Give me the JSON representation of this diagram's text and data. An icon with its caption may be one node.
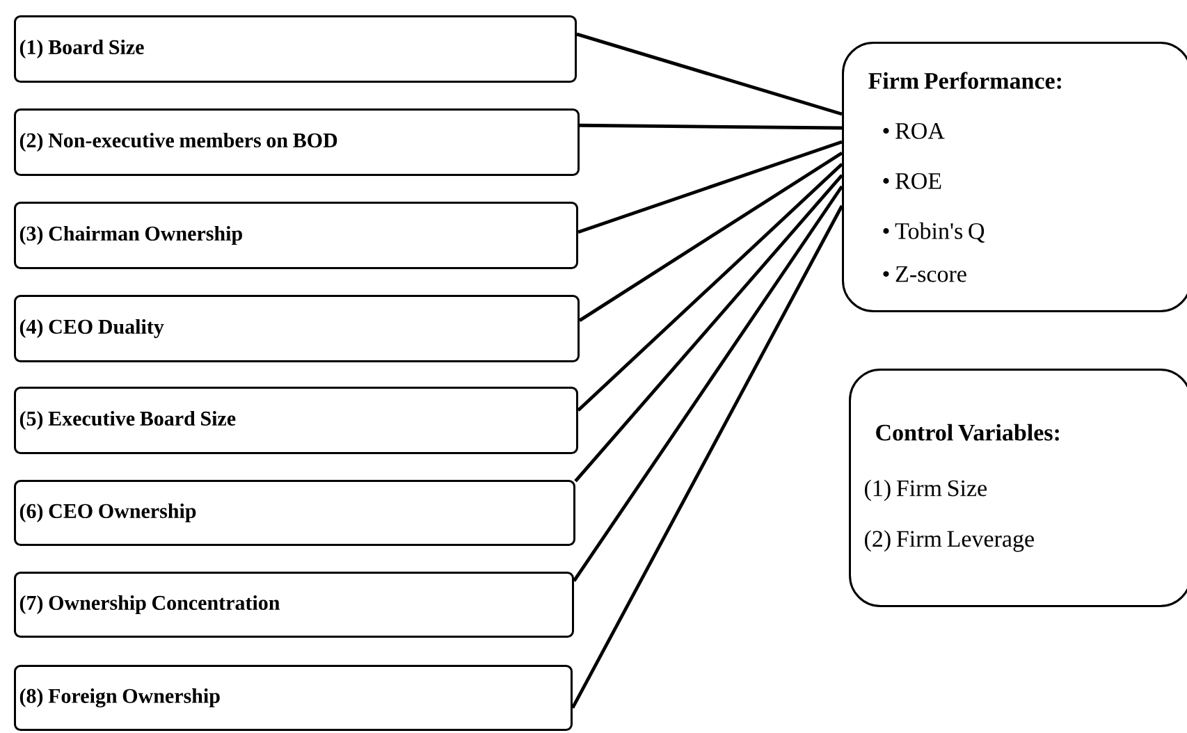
{
  "diagram": {
    "nodes": [
      {
        "text": [
          "(1) Board Size"
        ]
      },
      {
        "text": [
          "(2) Non-executive members on BOD"
        ]
      },
      {
        "text": [
          "(3) Chairman Ownership"
        ]
      },
      {
        "text": [
          "(4) CEO Duality"
        ]
      },
      {
        "text": [
          "(5) Executive Board Size"
        ]
      },
      {
        "text": [
          "(6) CEO Ownership"
        ]
      },
      {
        "text": [
          "(7) Ownership Concentration"
        ]
      },
      {
        "text": [
          "(8) Foreign Ownership"
        ]
      },
      {
        "text": [
          "Firm Performance:",
          "• ROA",
          "• ROE",
          "• Tobin's Q",
          "• Z-score"
        ]
      },
      {
        "text": [
          "Control Variables:",
          "(1) Firm Size",
          "(2) Firm Leverage"
        ]
      }
    ],
    "edges": [
      {
        "from": 0,
        "to": 8,
        "arrow": "none"
      },
      {
        "from": 1,
        "to": 8,
        "arrow": "none"
      },
      {
        "from": 2,
        "to": 8,
        "arrow": "none"
      },
      {
        "from": 3,
        "to": 8,
        "arrow": "none"
      },
      {
        "from": 4,
        "to": 8,
        "arrow": "none"
      },
      {
        "from": 5,
        "to": 8,
        "arrow": "none"
      },
      {
        "from": 6,
        "to": 8,
        "arrow": "none"
      },
      {
        "from": 7,
        "to": 8,
        "arrow": "none"
      }
    ]
  }
}
